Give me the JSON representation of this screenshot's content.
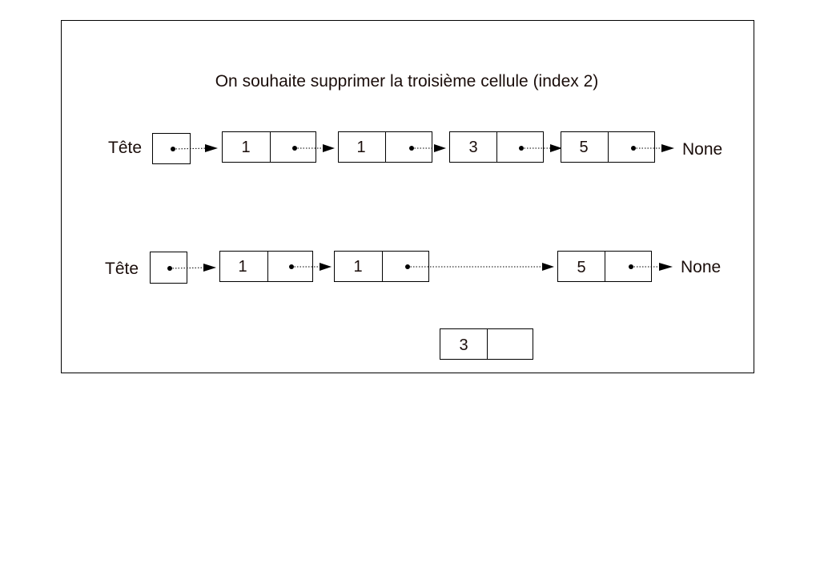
{
  "title": "On souhaite supprimer la troisième cellule (index 2)",
  "before": {
    "head_label": "Tête",
    "cells": [
      "1",
      "1",
      "3",
      "5"
    ],
    "end_label": "None"
  },
  "after": {
    "head_label": "Tête",
    "cells": [
      "1",
      "1",
      "5"
    ],
    "end_label": "None"
  },
  "removed_cell": {
    "value": "3"
  }
}
